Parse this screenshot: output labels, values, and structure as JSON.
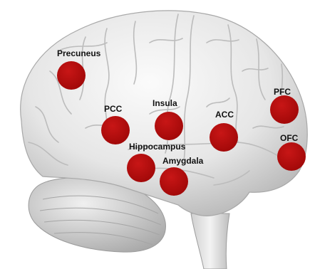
{
  "colors": {
    "region_marker": "#b50d0d",
    "marker_outline": "#ffffff",
    "brain_light": "#f2f2f2",
    "brain_shade": "#bdbdbd",
    "background": "#ffffff"
  },
  "regions": [
    {
      "id": "precuneus",
      "label": "Precuneus"
    },
    {
      "id": "pcc",
      "label": "PCC"
    },
    {
      "id": "insula",
      "label": "Insula"
    },
    {
      "id": "acc",
      "label": "ACC"
    },
    {
      "id": "pfc",
      "label": "PFC"
    },
    {
      "id": "hippocampus",
      "label": "Hippocampus"
    },
    {
      "id": "amygdala",
      "label": "Amygdala"
    },
    {
      "id": "ofc",
      "label": "OFC"
    }
  ]
}
